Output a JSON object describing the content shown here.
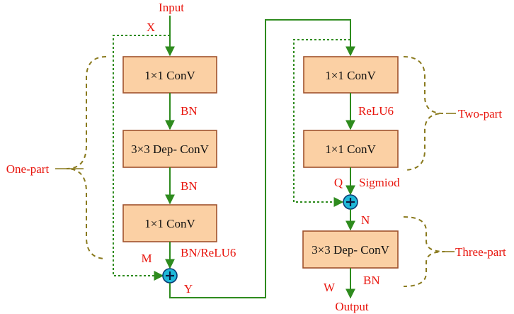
{
  "labels": {
    "input": "Input",
    "output": "Output",
    "x": "X",
    "y": "Y",
    "m": "M",
    "q": "Q",
    "n": "N",
    "w": "W",
    "bn1": "BN",
    "bn2": "BN",
    "bn_relu6": "BN/ReLU6",
    "relu6": "ReLU6",
    "sigmoid": "Sigmiod",
    "bn_out": "BN"
  },
  "boxes": {
    "left_conv1": "1×1 ConV",
    "left_dep": "3×3 Dep- ConV",
    "left_conv2": "1×1 ConV",
    "right_conv1": "1×1 ConV",
    "right_conv2": "1×1 ConV",
    "right_dep": "3×3 Dep- ConV"
  },
  "parts": {
    "one": "One-part",
    "two": "Two-part",
    "three": "Three-part"
  },
  "colors": {
    "box_fill": "#fbd0a4",
    "wire": "#2e8b1e",
    "text_red": "#e8140c",
    "adder": "#1fb8d8"
  }
}
